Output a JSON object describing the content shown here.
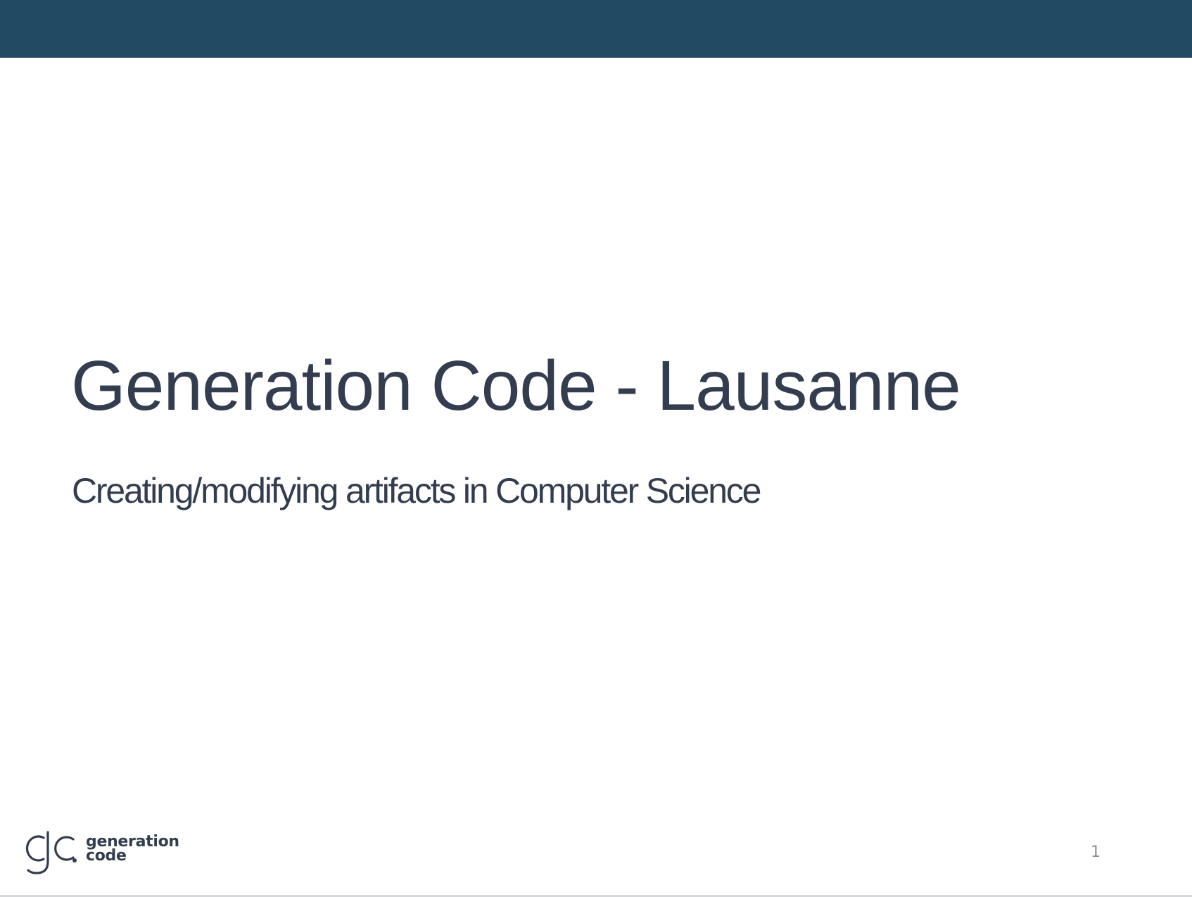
{
  "slide": {
    "title": "Generation Code - Lausanne",
    "subtitle": "Creating/modifying artifacts in Computer Science",
    "page_number": "1"
  },
  "footer": {
    "logo": {
      "line1": "generation",
      "line2": "code"
    }
  },
  "colors": {
    "banner": "#234a63",
    "text": "#333d4f",
    "page_number": "#8a8f96"
  }
}
